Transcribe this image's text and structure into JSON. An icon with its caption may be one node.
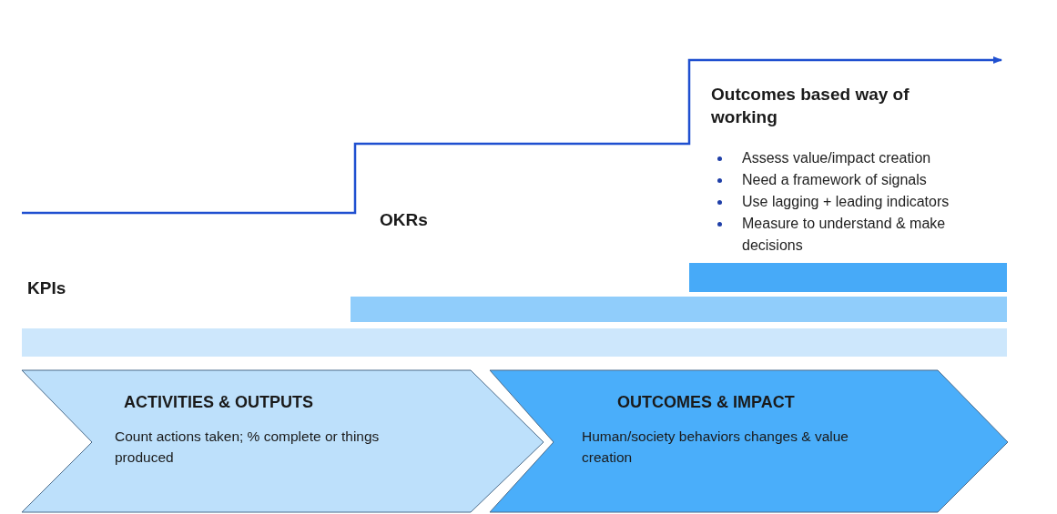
{
  "diagram": {
    "nodes": [
      {
        "text": [],
        "shape": "bar"
      },
      {
        "text": [],
        "shape": "bar"
      },
      {
        "text": [],
        "shape": "bar"
      },
      {
        "text": [
          "ACTIVITIES & OUTPUTS",
          "Count actions taken; % complete or things produced"
        ]
      },
      {
        "text": [
          "OUTCOMES & IMPACT",
          "Human/society behaviors changes & value creation"
        ]
      }
    ],
    "labels": [
      "Outcomes based way of working",
      "Assess value/impact creation",
      "Need a framework of signals",
      "Use lagging + leading indicators",
      "Measure to understand & make decisions",
      "OKRs",
      "KPIs"
    ]
  }
}
